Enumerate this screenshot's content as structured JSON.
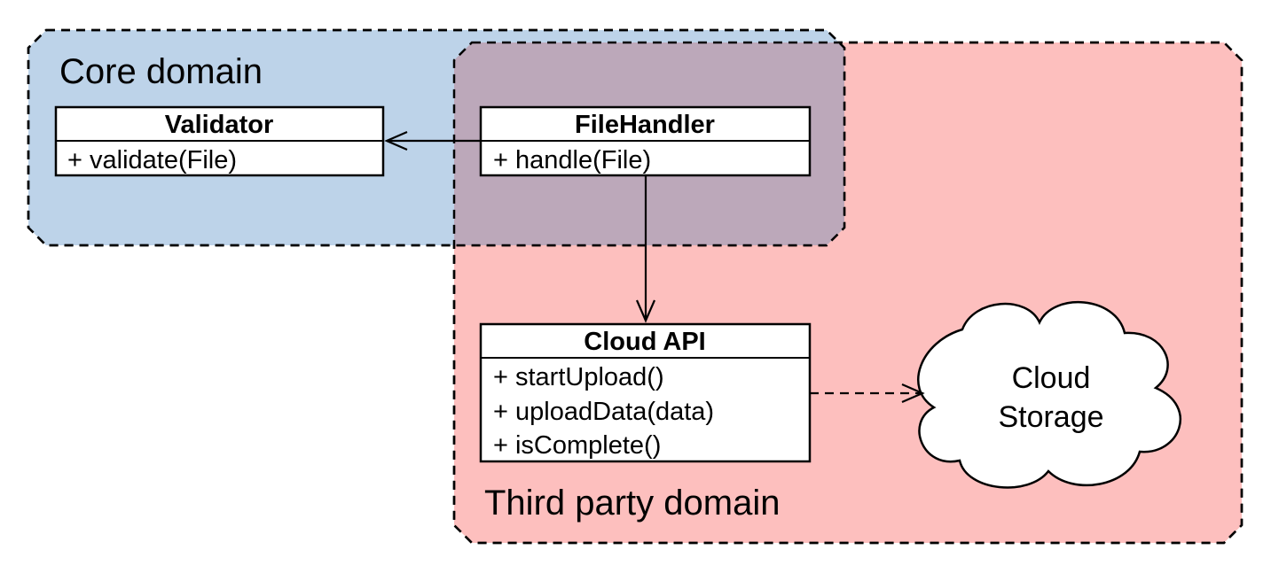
{
  "domains": {
    "core": {
      "label": "Core domain",
      "color": "#bdd3e9"
    },
    "third_party": {
      "label": "Third party domain",
      "color": "#fdbfbe"
    },
    "overlap_color": "#bca8ba"
  },
  "classes": {
    "validator": {
      "title": "Validator",
      "members": [
        "+ validate(File)"
      ]
    },
    "file_handler": {
      "title": "FileHandler",
      "members": [
        "+ handle(File)"
      ]
    },
    "cloud_api": {
      "title": "Cloud API",
      "members": [
        "+ startUpload()",
        "+ uploadData(data)",
        "+ isComplete()"
      ]
    }
  },
  "cloud_storage": {
    "lines": [
      "Cloud",
      "Storage"
    ]
  },
  "relations": [
    {
      "from": "FileHandler",
      "to": "Validator",
      "style": "solid",
      "arrow": "open"
    },
    {
      "from": "FileHandler",
      "to": "Cloud API",
      "style": "solid",
      "arrow": "open"
    },
    {
      "from": "Cloud API",
      "to": "Cloud Storage",
      "style": "dashed",
      "arrow": "open"
    }
  ]
}
